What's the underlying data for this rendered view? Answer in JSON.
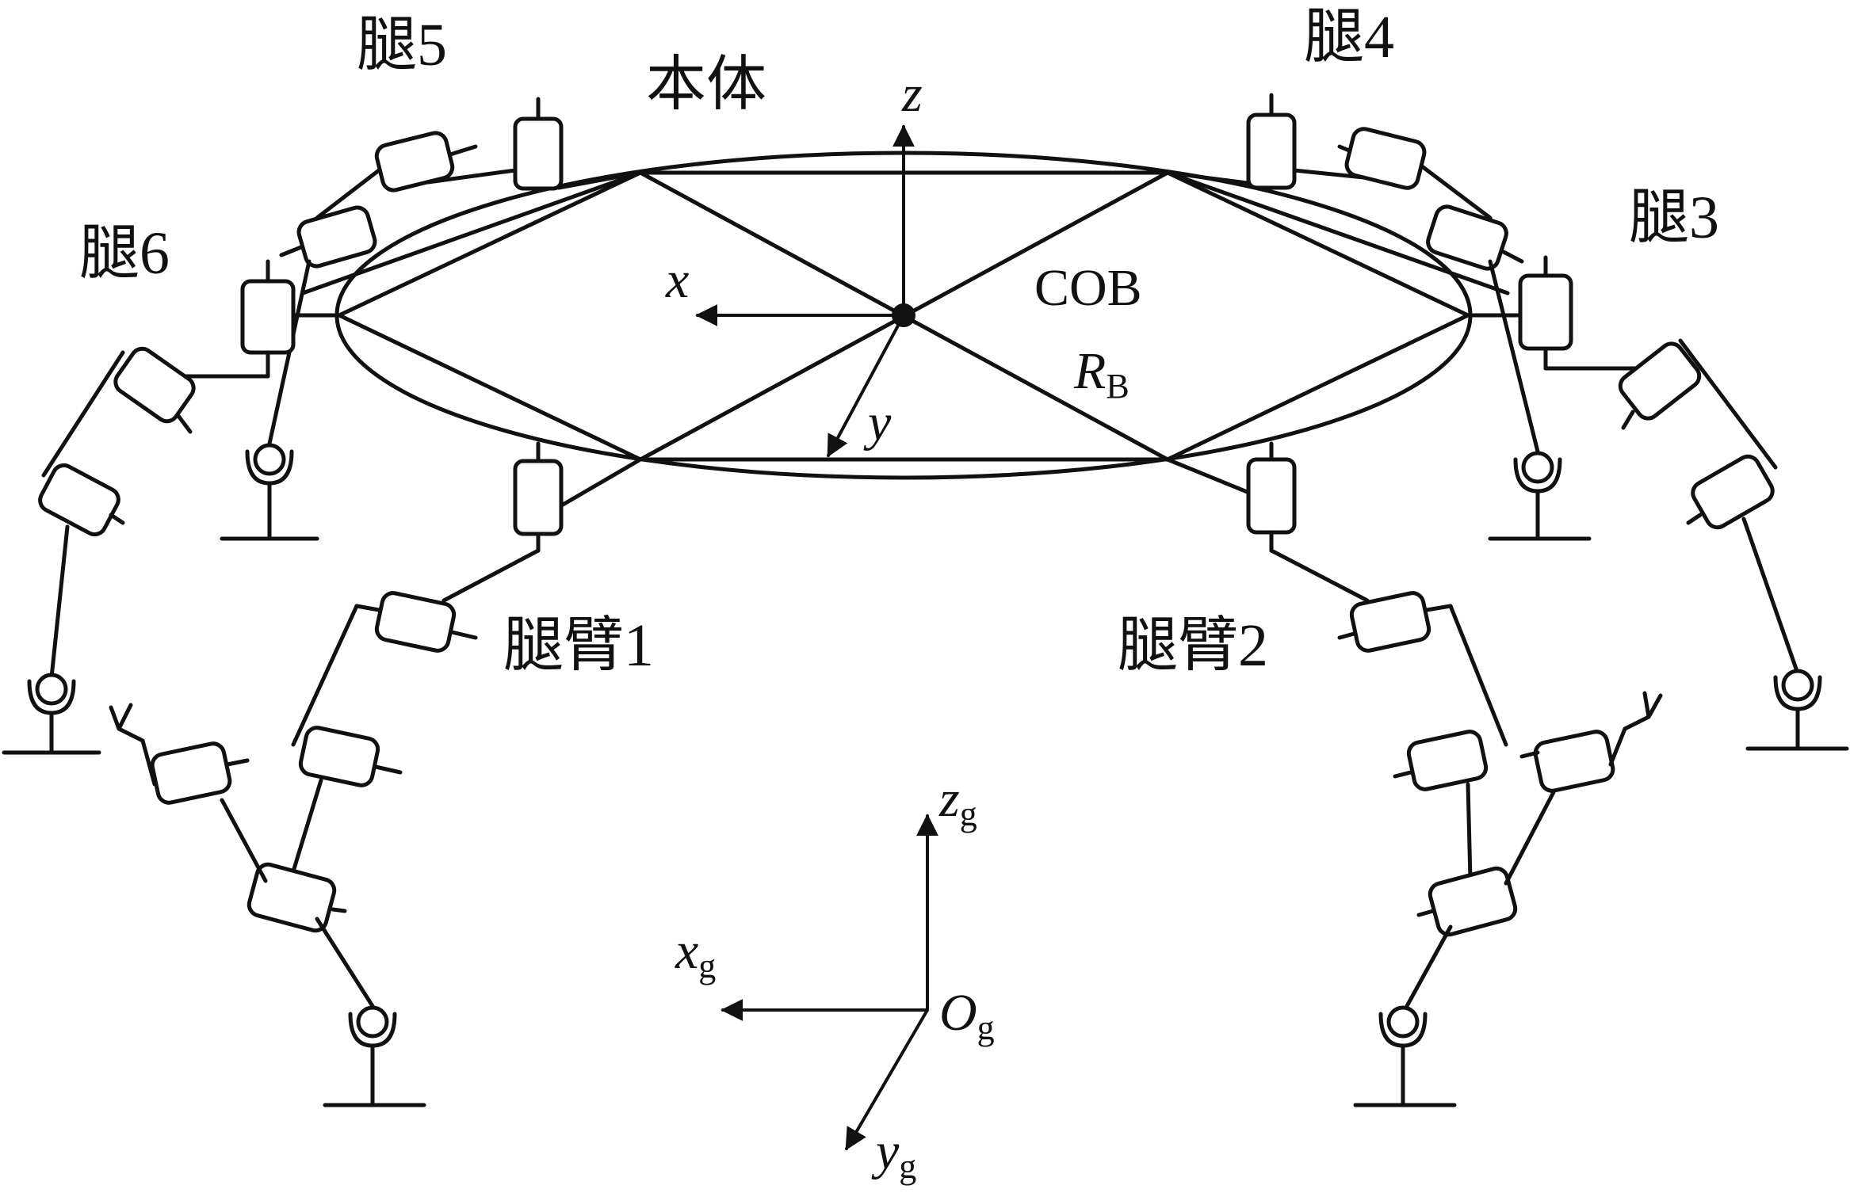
{
  "labels": {
    "body": "本体",
    "leg1": "腿臂1",
    "leg2": "腿臂2",
    "leg3": "腿3",
    "leg4": "腿4",
    "leg5": "腿5",
    "leg6": "腿6",
    "cob": "COB",
    "radius_main": "R",
    "radius_sub": "B"
  },
  "body_frame": {
    "x": "x",
    "y": "y",
    "z": "z"
  },
  "ground_frame": {
    "x": "x",
    "x_sub": "g",
    "y": "y",
    "y_sub": "g",
    "z": "z",
    "z_sub": "g",
    "origin": "O",
    "origin_sub": "g"
  },
  "colors": {
    "ink": "#111111",
    "background": "#ffffff"
  }
}
